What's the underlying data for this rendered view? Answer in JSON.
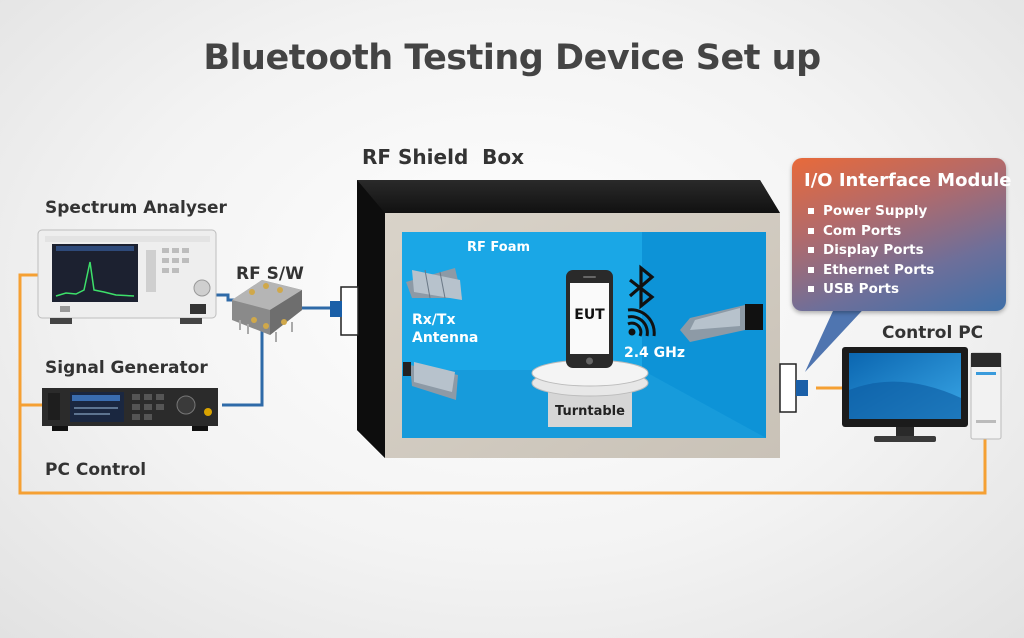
{
  "title": "Bluetooth Testing Device Set up",
  "labels": {
    "spectrum_analyser": "Spectrum Analyser",
    "signal_generator": "Signal Generator",
    "pc_control": "PC Control",
    "rf_switch": "RF S/W",
    "rf_shield_box": "RF Shield  Box",
    "rf_foam": "RF Foam",
    "antenna": "Rx/Tx\nAntenna",
    "eut": "EUT",
    "frequency": "2.4 GHz",
    "turntable": "Turntable",
    "control_pc": "Control PC"
  },
  "io_module": {
    "title": "I/O Interface Module",
    "items": [
      "Power Supply",
      "Com Ports",
      "Display Ports",
      "Ethernet Ports",
      "USB Ports"
    ]
  },
  "colors": {
    "rf_cable": "#2e6aa8",
    "control_cable": "#f5a033",
    "foam_blue": "#1aa7e6",
    "shield_dark": "#1c1c1c"
  }
}
